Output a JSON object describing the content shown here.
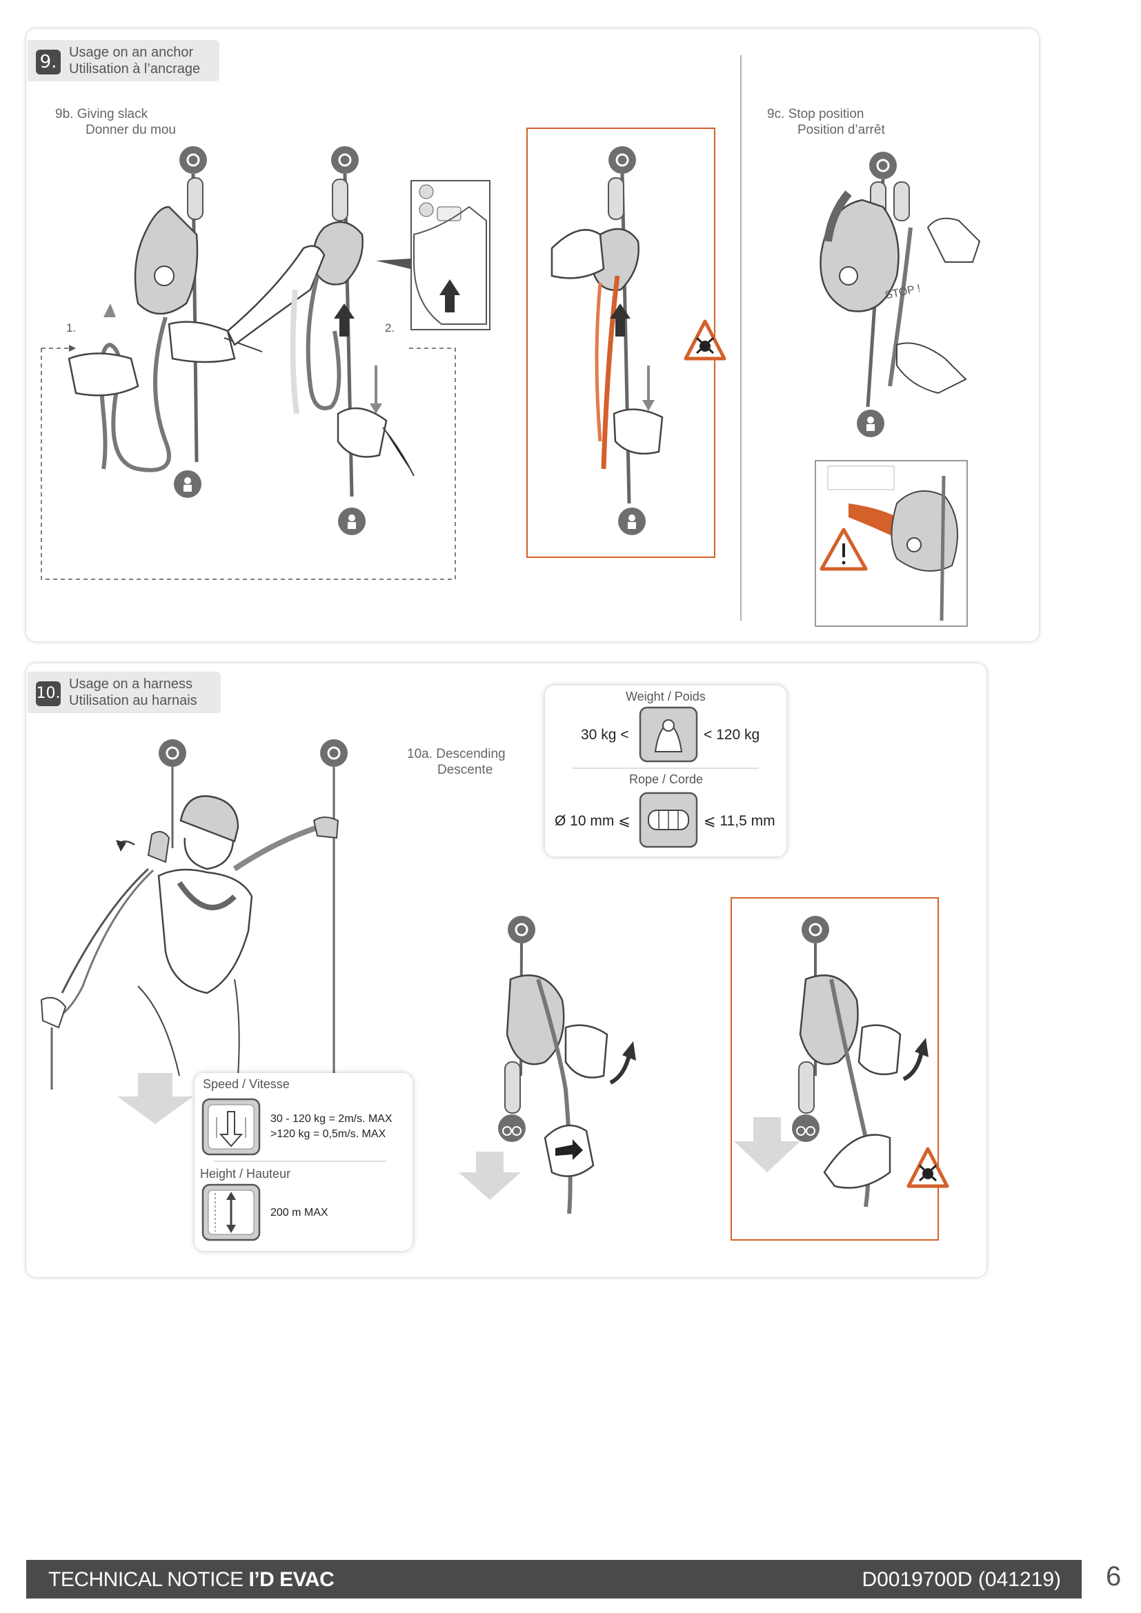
{
  "section9": {
    "number": "9.",
    "title_en": "Usage on an anchor",
    "title_fr": "Utilisation à l’ancrage",
    "sub_9b_en": "9b. Giving slack",
    "sub_9b_fr": "Donner du mou",
    "step1": "1.",
    "step2": "2.",
    "sub_9c_en": "9c. Stop position",
    "sub_9c_fr": "Position d’arrêt",
    "stop_text": "STOP !"
  },
  "section10": {
    "number": "10.",
    "title_en": "Usage on a harness",
    "title_fr": "Utilisation au harnais",
    "sub_10a_en": "10a. Descending",
    "sub_10a_fr": "Descente"
  },
  "weight_box": {
    "title": "Weight / Poids",
    "min": "30 kg <",
    "max": "< 120 kg",
    "rope_title": "Rope / Corde",
    "rope_min": "Ø 10 mm ⩽",
    "rope_max": "⩽ 11,5 mm"
  },
  "speed_box": {
    "title": "Speed / Vitesse",
    "line1": "30 - 120 kg = 2m/s. MAX",
    "line2": ">120 kg = 0,5m/s. MAX",
    "height_title": "Height / Hauteur",
    "height_value": "200 m MAX"
  },
  "footer": {
    "doc_type": "TECHNICAL NOTICE",
    "product": "I’D EVAC",
    "ref": "D0019700D (041219)",
    "page": "6"
  },
  "colors": {
    "accent": "#d4602a",
    "dark": "#4a4a4a",
    "rope": "#777777"
  }
}
